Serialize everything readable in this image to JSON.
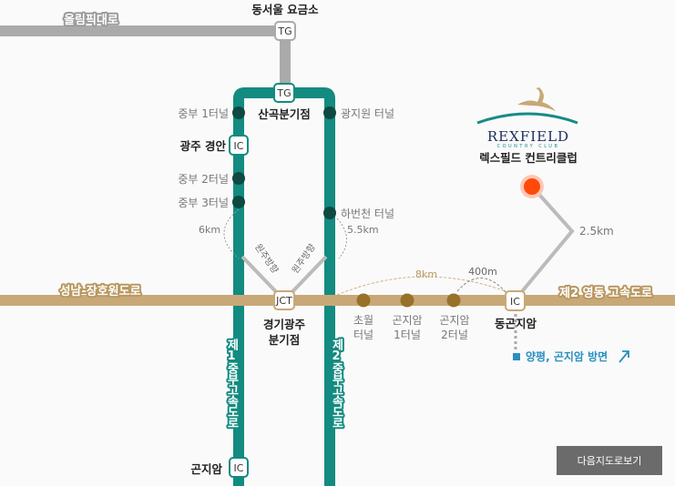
{
  "roads": {
    "olympic": "올림픽대로",
    "seongnam": "성남-장호원도로",
    "yeongdong2": "제2 영동 고속도로",
    "jungbu1": "제1중부고속도로",
    "jungbu2": "제2중부고속도로"
  },
  "places": {
    "dongseoul_tg": "동서울 요금소",
    "sangok": "산곡분기점",
    "gwangju_gyeongan": "광주 경안",
    "gyeonggi_gwangju_jct": [
      "경기광주",
      "분기점"
    ],
    "gonjiam": "곤지암",
    "dong_gonjiam": "동곤지암",
    "rexfield": "렉스필드 컨트리클럽"
  },
  "tunnels": {
    "jungbu1": "중부 1터널",
    "jungbu2": "중부 2터널",
    "jungbu3": "중부 3터널",
    "gwangjiwon": "광지원 터널",
    "habeoncheon": "하번천 터널",
    "chowol": [
      "초월",
      "터널"
    ],
    "gonjiam1": [
      "곤지암",
      "1터널"
    ],
    "gonjiam2": [
      "곤지암",
      "2터널"
    ]
  },
  "badges": {
    "tg": "TG",
    "ic": "IC",
    "jct": "JCT"
  },
  "directions": {
    "wonju_left": "원주방향",
    "wonju_right": "원주방향"
  },
  "distances": {
    "d6km": "6km",
    "d55km": "5.5km",
    "d8km": "8km",
    "d400m": "400m",
    "d25km": "2.5km"
  },
  "direction_note": "양평, 곤지암 방면",
  "logo": {
    "name": "REXFIELD",
    "sub": "COUNTRY CLUB"
  },
  "button": {
    "next_map": "다음지도로보기"
  },
  "colors": {
    "green": "#138b80",
    "tan": "#c8a877",
    "gray": "#aaaaaa",
    "dot_dark": "#0e4a42",
    "dot_brown": "#98712a",
    "orange": "#ff4a0a",
    "blue": "#2a8fc0"
  }
}
